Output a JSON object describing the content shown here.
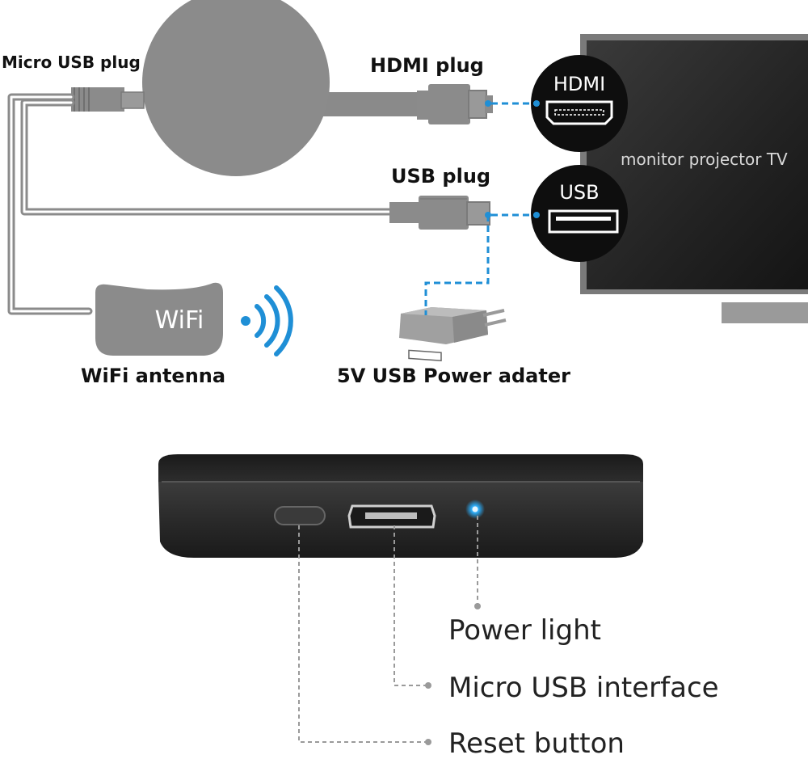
{
  "top": {
    "micro_usb_plug": "Micro USB plug",
    "hdmi_plug": "HDMI plug",
    "usb_plug": "USB plug",
    "wifi_antenna": "WiFi antenna",
    "wifi_badge": "WiFi",
    "power_adapter": "5V USB Power adater",
    "tv_label": "monitor projector TV",
    "hdmi_port": "HDMI",
    "usb_port": "USB"
  },
  "bottom": {
    "power_light": "Power light",
    "micro_usb_interface": "Micro USB interface",
    "reset_button": "Reset button"
  },
  "colors": {
    "device_gray": "#8a8a8a",
    "accent_blue": "#1f8fd6",
    "tv_dark": "#2b2b2b",
    "callout_gray": "#9a9a9a"
  }
}
